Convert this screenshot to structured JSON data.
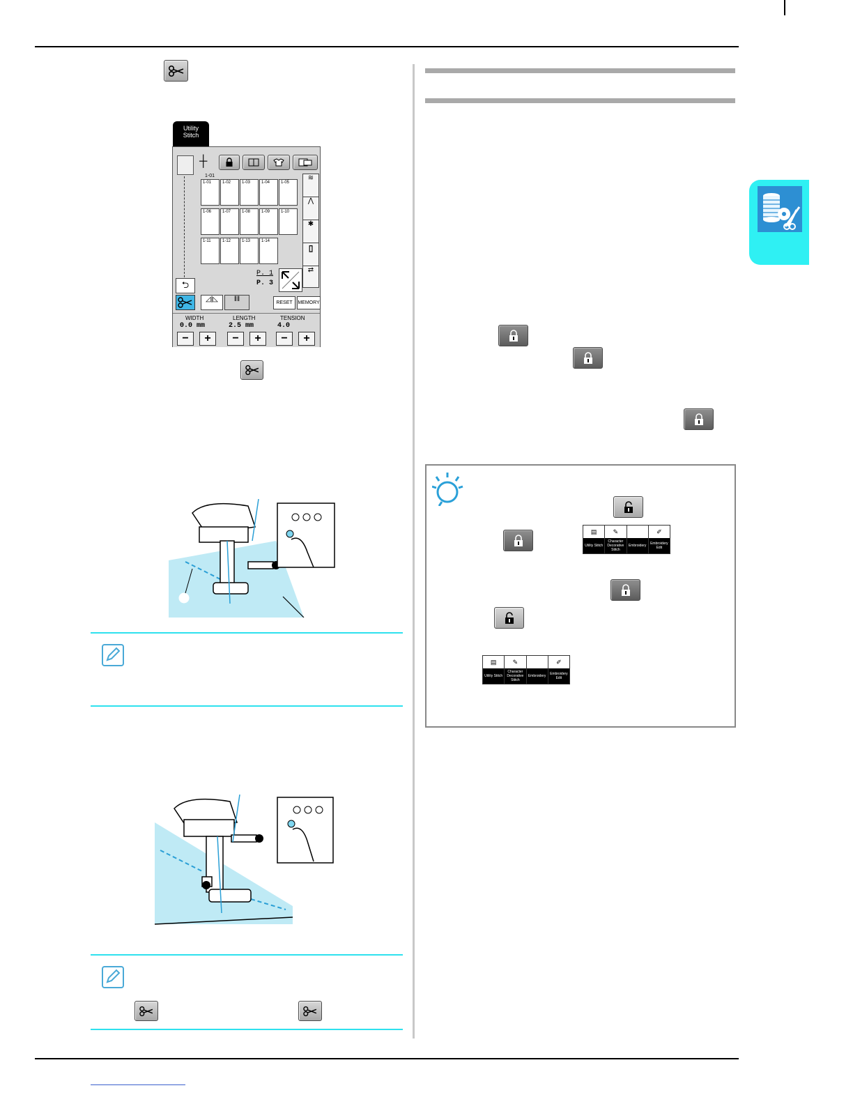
{
  "lcd": {
    "tab_label_line1": "Utility",
    "tab_label_line2": "Stitch",
    "group_label": "1-01",
    "stitch_codes": [
      "1-01",
      "1-02",
      "1-03",
      "1-04",
      "1-05",
      "1-06",
      "1-07",
      "1-08",
      "1-09",
      "1-10",
      "1-11",
      "1-12",
      "1-13",
      "1-14"
    ],
    "page_current": "P. 1",
    "page_total": "P. 3",
    "reset_label": "RESET",
    "memory_label": "MEMORY",
    "width_label": "WIDTH",
    "width_value": "0.0",
    "width_unit": "mm",
    "length_label": "LENGTH",
    "length_value": "2.5",
    "length_unit": "mm",
    "tension_label": "TENSION",
    "tension_value": "4.0",
    "minus": "−",
    "plus": "+"
  },
  "mode_tabs": [
    "Utility Stitch",
    "Character Decorative Stitch",
    "Embroidery",
    "Embroidery Edit"
  ],
  "colors": {
    "chapter_tab": "#2ff0f3",
    "memo_line": "#2ee1ee",
    "fabric": "#bfeaf5"
  }
}
